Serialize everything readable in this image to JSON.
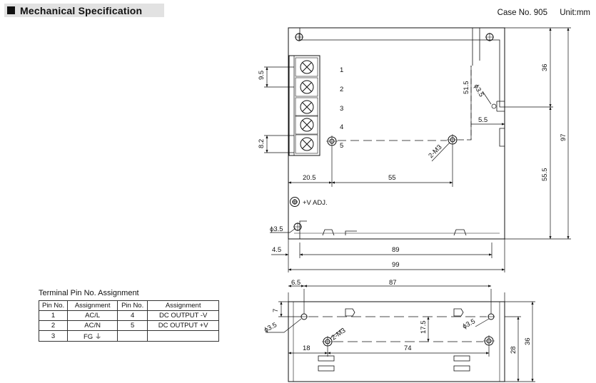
{
  "header": {
    "title": "Mechanical Specification",
    "case_no": "Case No. 905",
    "unit": "Unit:mm"
  },
  "pin_table": {
    "caption": "Terminal Pin No.  Assignment",
    "headers": [
      "Pin No.",
      "Assignment",
      "Pin No.",
      "Assignment"
    ],
    "rows": [
      [
        "1",
        "AC/L",
        "4",
        "DC OUTPUT -V"
      ],
      [
        "2",
        "AC/N",
        "5",
        "DC OUTPUT +V"
      ],
      [
        "3",
        "FG ⏚",
        "",
        ""
      ]
    ]
  },
  "top_view": {
    "terminal_numbers": [
      "1",
      "2",
      "3",
      "4",
      "5"
    ],
    "dims": {
      "pitch": "9.5",
      "terminal_height": "8.2",
      "hole_offset_x": "20.5",
      "hole_spacing_x": "55",
      "offset_y": "51.5",
      "offset_x": "5.5",
      "hole_dia": "ϕ3.5",
      "mount_screw": "2-M3",
      "top_to_hole": "36",
      "hole_to_bottom": "55.5",
      "total_height": "97",
      "left_offset": "4.5",
      "inner_width": "89",
      "total_width": "99"
    },
    "vadj_label": "+V ADJ."
  },
  "side_view": {
    "dims": {
      "left_offset": "6.5",
      "top_span": "87",
      "small_height": "7",
      "hole_dia_left": "ϕ3.5",
      "hole_dia_right": "ϕ3.5",
      "center_height": "17.5",
      "mount_screw": "2-M3",
      "left_screw_offset": "18",
      "screw_spacing": "74",
      "inner_height": "28",
      "total_height": "36"
    }
  }
}
